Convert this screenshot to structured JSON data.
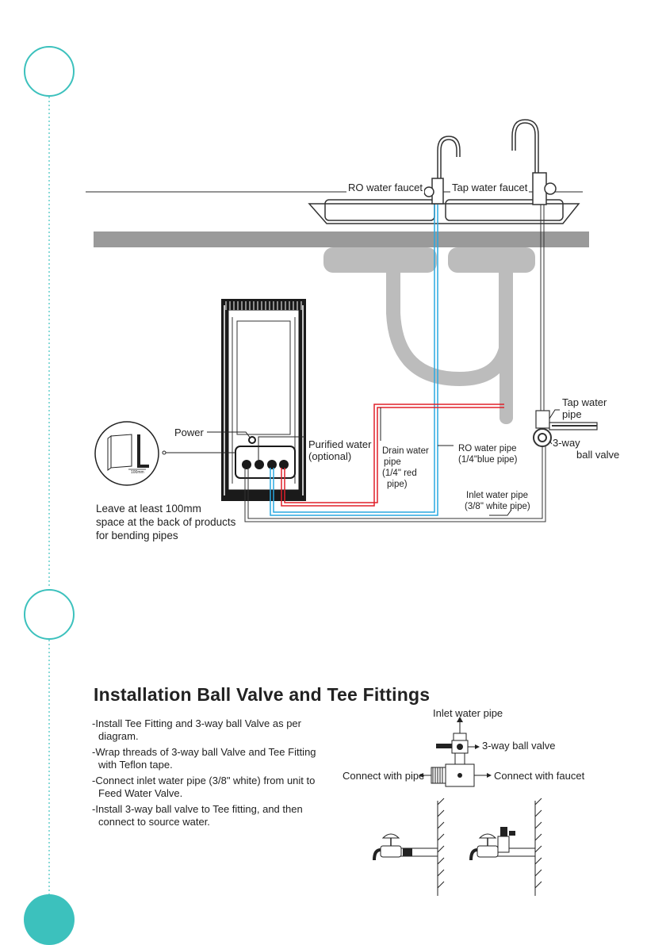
{
  "faucets": {
    "ro_label": "RO water faucet",
    "tap_label": "Tap water faucet"
  },
  "callouts": {
    "power": "Power",
    "purified_water": [
      "Purified water",
      "(optional)"
    ],
    "drain_water_pipe": [
      "Drain water",
      "pipe",
      "(1/4\" red",
      "pipe)"
    ],
    "ro_water_pipe": [
      "RO water pipe",
      "(1/4\"blue pipe)"
    ],
    "tap_water_pipe": [
      "Tap water",
      "pipe"
    ],
    "three_way_ball_valve": [
      "3-way",
      "ball valve"
    ],
    "inlet_water_pipe": [
      "Inlet water pipe",
      "(3/8\" white pipe)"
    ],
    "space_note": [
      "Leave at least 100mm",
      "space at the back of products",
      "for bending pipes"
    ],
    "inset_dimension": "100mm"
  },
  "section": {
    "title": "Installation Ball Valve  and Tee Fittings",
    "steps": [
      "-Install Tee Fitting and 3-way ball Valve as per diagram.",
      "-Wrap threads of 3-way ball Valve and Tee Fitting with Teflon tape.",
      "-Connect  inlet water pipe (3/8\" white) from unit to Feed Water Valve.",
      "-Install 3-way ball valve to Tee fitting, and then connect to source water."
    ]
  },
  "fitting_diagram": {
    "inlet_water_pipe": "Inlet water pipe",
    "three_way_ball_valve": "3-way ball valve",
    "connect_with_pipe": "Connect with pipe",
    "connect_with_faucet": "Connect with faucet"
  },
  "colors": {
    "accent_teal": "#3cc1bd",
    "red_pipe": "#e0202a",
    "blue_pipe": "#29a8e0",
    "counter_gray": "#9a9a9a",
    "sink_gray": "#bcbcbc"
  }
}
